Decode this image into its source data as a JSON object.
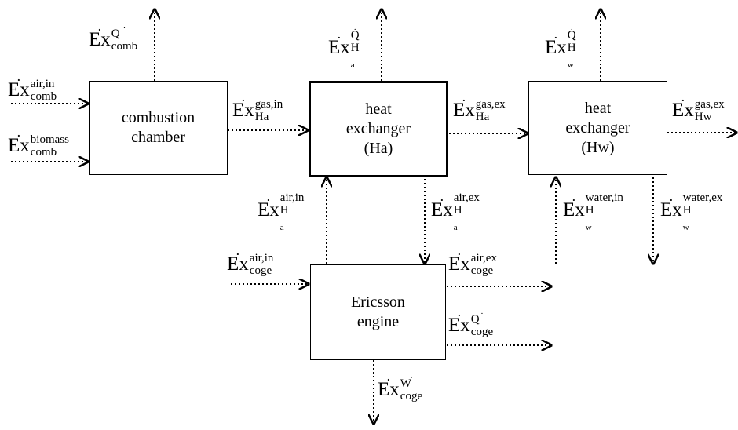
{
  "boxes": {
    "combustion": "combustion\nchamber",
    "ha": "heat\nexchanger\n(Ha)",
    "hw": "heat\nexchanger\n(Hw)",
    "ericsson": "Ericsson\nengine"
  },
  "labels": {
    "ex_base": "Ex",
    "comb_q_sup": "Q",
    "comb_q_sub": "comb",
    "comb_air_sup": "air,in",
    "comb_air_sub": "comb",
    "comb_bio_sup": "biomass",
    "comb_bio_sub": "comb",
    "ha_gas_in_sup": "gas,in",
    "ha_gas_in_sub": "Ha",
    "ha_q_sup": "Q",
    "ha_q_sub": "H",
    "ha_q_subsub": "a",
    "ha_air_in_sup": "air,in",
    "ha_air_in_sub": "H",
    "ha_air_in_subsub": "a",
    "ha_air_ex_sup": "air,ex",
    "ha_air_ex_sub": "H",
    "ha_air_ex_subsub": "a",
    "hw_gas_in_sup": "gas,ex",
    "hw_gas_in_sub": "Ha",
    "hw_q_sup": "Q",
    "hw_q_sub": "H",
    "hw_q_subsub": "w",
    "hw_gas_ex_sup": "gas,ex",
    "hw_gas_ex_sub": "Hw",
    "hw_water_in_sup": "water,in",
    "hw_water_in_sub": "H",
    "hw_water_in_subsub": "w",
    "hw_water_ex_sup": "water,ex",
    "hw_water_ex_sub": "H",
    "hw_water_ex_subsub": "w",
    "coge_air_in_sup": "air,in",
    "coge_air_in_sub": "coge",
    "coge_air_ex_sup": "air,ex",
    "coge_air_ex_sub": "coge",
    "coge_q_sup": "Q",
    "coge_q_sub": "coge",
    "coge_w_sup": "W",
    "coge_w_sub": "coge"
  }
}
